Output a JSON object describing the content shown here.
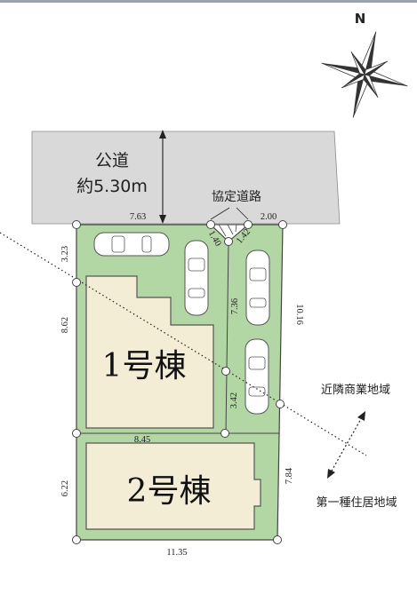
{
  "road": {
    "line1": "公道",
    "line2": "約5.30m"
  },
  "agreement_road": "協定道路",
  "north": "N",
  "buildings": {
    "b1": "1号棟",
    "b2": "2号棟"
  },
  "zones": {
    "commercial": "近隣商業地域",
    "residential": "第一種住居地域"
  },
  "dimensions": {
    "top_left": "7.63",
    "top_right": "2.00",
    "diag_a": "1.40",
    "diag_b": "1.42",
    "left_upper": "3.23",
    "left_mid": "8.62",
    "mid_vertical": "7.36",
    "right_upper": "10.16",
    "inner_vertical": "3.42",
    "mid_horizontal": "8.45",
    "left_lower": "6.22",
    "right_lower": "7.84",
    "bottom": "11.35"
  },
  "colors": {
    "lot": "#b3d7a4",
    "building": "#f3edd6",
    "road": "#d9d9d9",
    "outline": "#444444"
  },
  "icons": [
    "compass-rose-icon",
    "car-icon",
    "double-arrow-icon"
  ]
}
